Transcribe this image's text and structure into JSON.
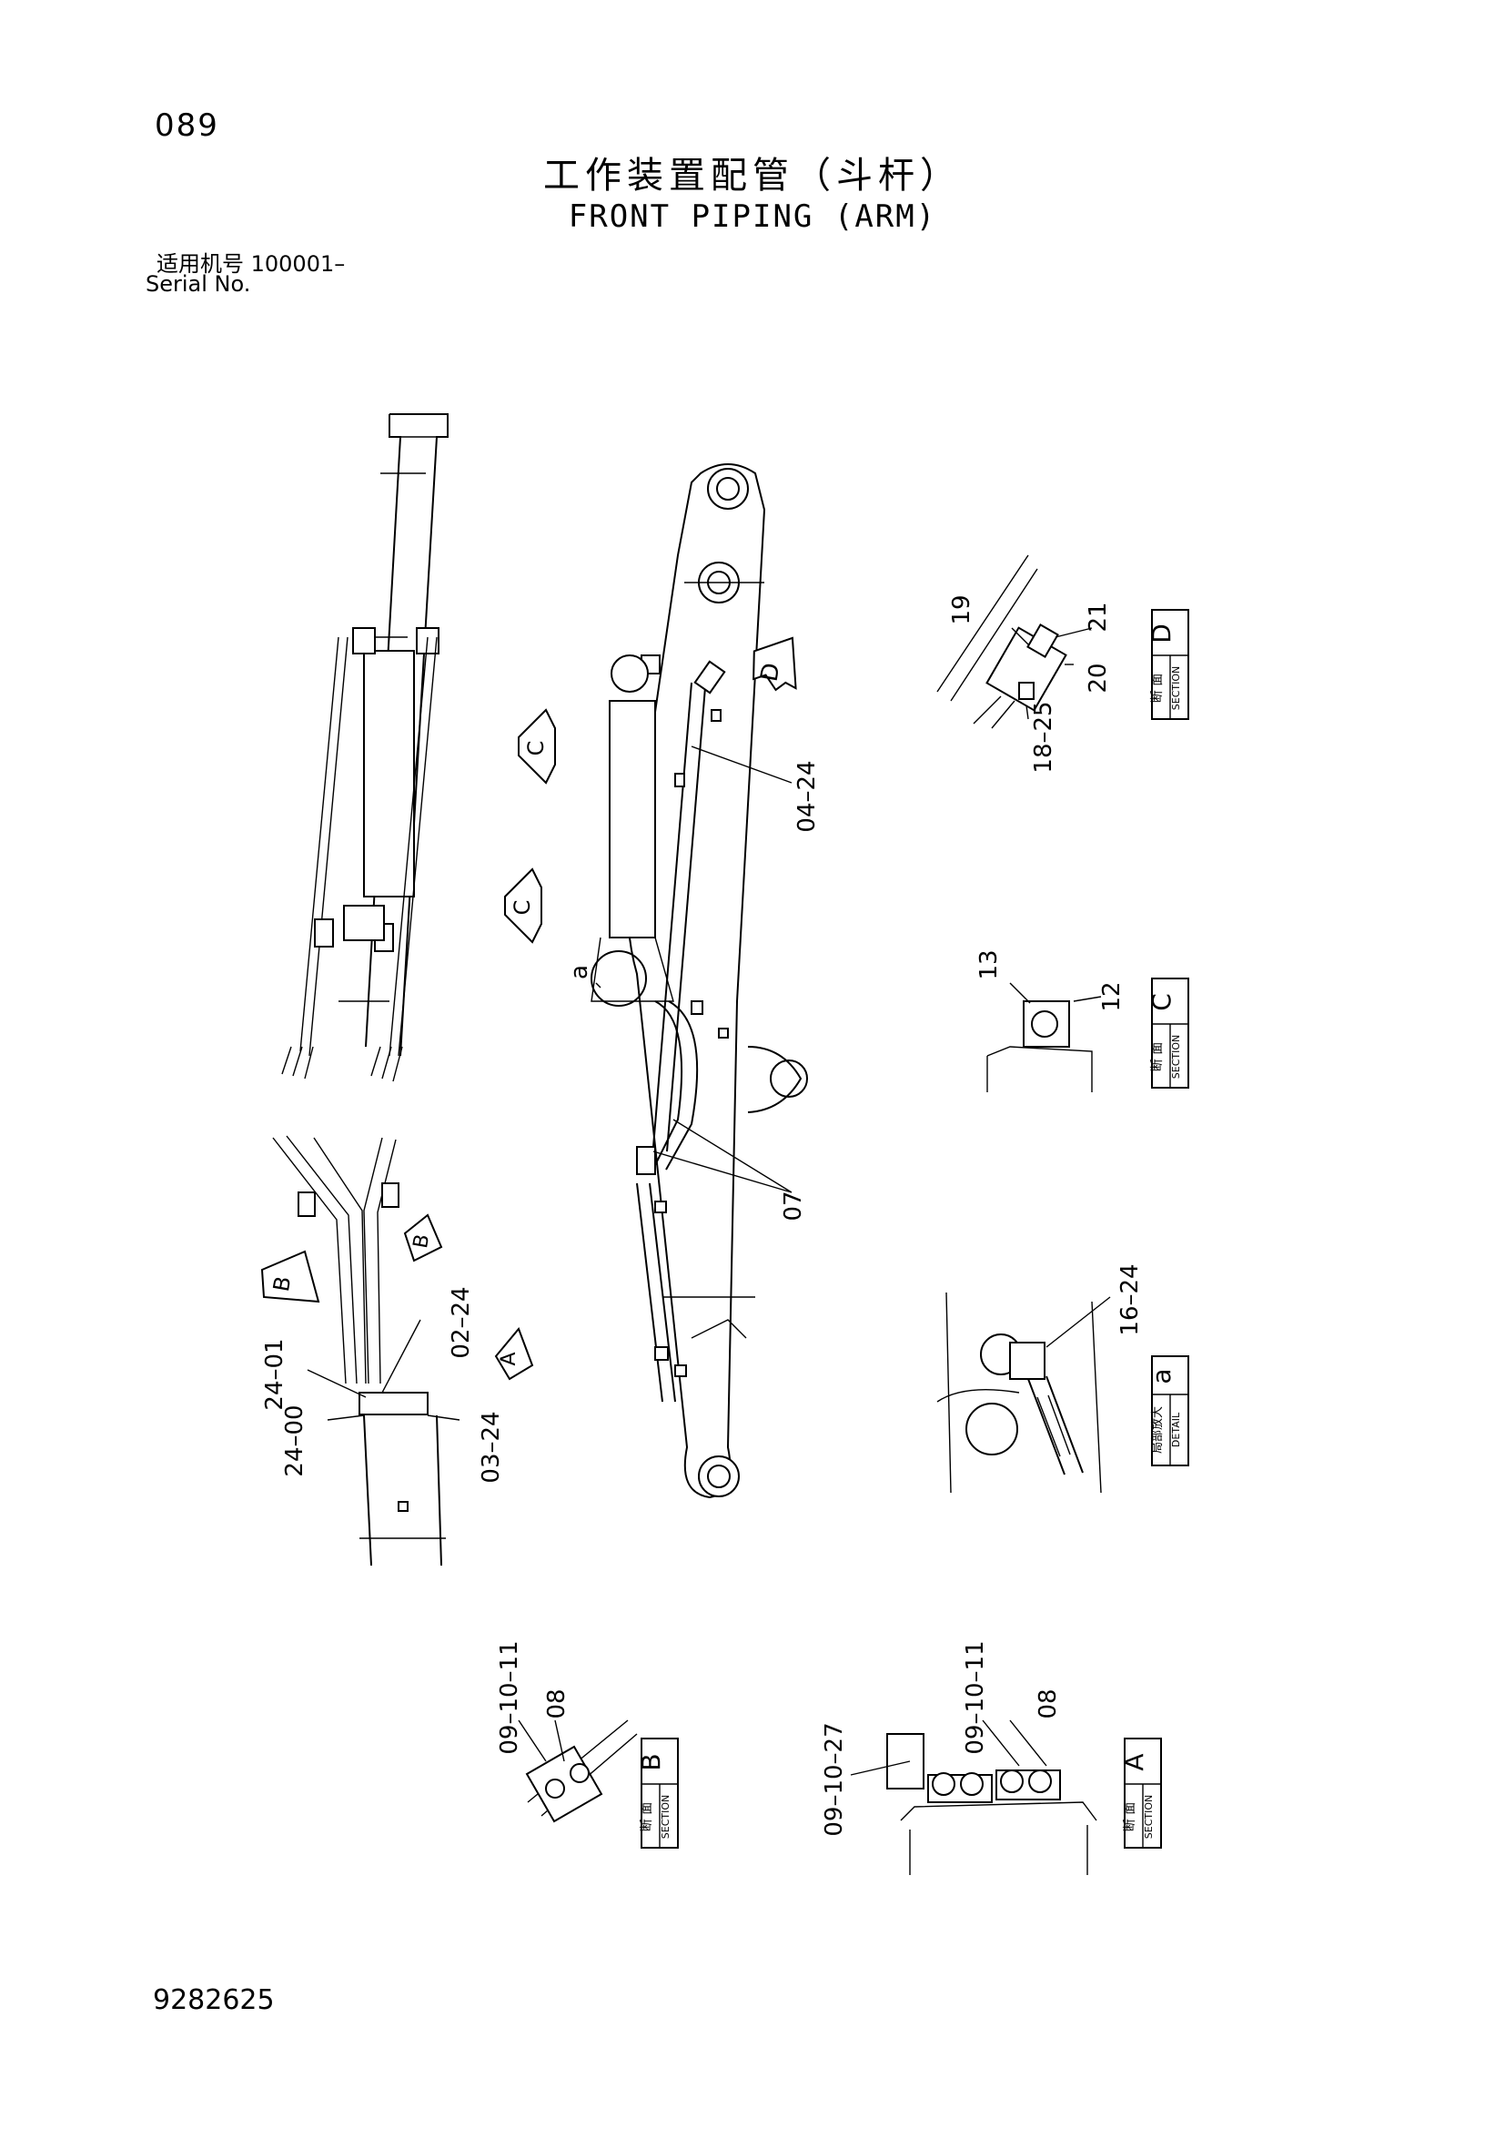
{
  "page_number": "089",
  "title_cn": "工作装置配管（斗杆）",
  "title_en": "FRONT PIPING (ARM)",
  "serial_cn": "适用机号  100001–",
  "serial_en": "Serial No.",
  "doc_number": "9282625",
  "views": {
    "section_label_cn": "断 面",
    "section_label_en": "SECTION",
    "detail_label_cn": "局部放大",
    "detail_label_en": "DETAIL",
    "section_a": "A",
    "section_b": "B",
    "section_c": "C",
    "section_d": "D",
    "detail_a": "a"
  },
  "arrows": {
    "a": "A",
    "b_left": "B",
    "b_right": "B",
    "c_upper": "C",
    "c_lower": "C",
    "d": "D"
  },
  "callouts": {
    "main_04_24": "04–24",
    "main_07": "07",
    "main_a": "a",
    "left_02_24": "02–24",
    "left_24_01": "24–01",
    "left_24_00": "24–00",
    "left_03_24": "03–24",
    "d_19": "19",
    "d_21": "21",
    "d_20": "20",
    "d_18_25": "18–25",
    "c_13": "13",
    "c_12": "12",
    "a_16_24": "16–24",
    "b_09_10_11": "09–10–11",
    "b_08": "08",
    "sa_09_10_11": "09–10–11",
    "sa_08": "08",
    "sa_09_10_27": "09–10–27"
  }
}
